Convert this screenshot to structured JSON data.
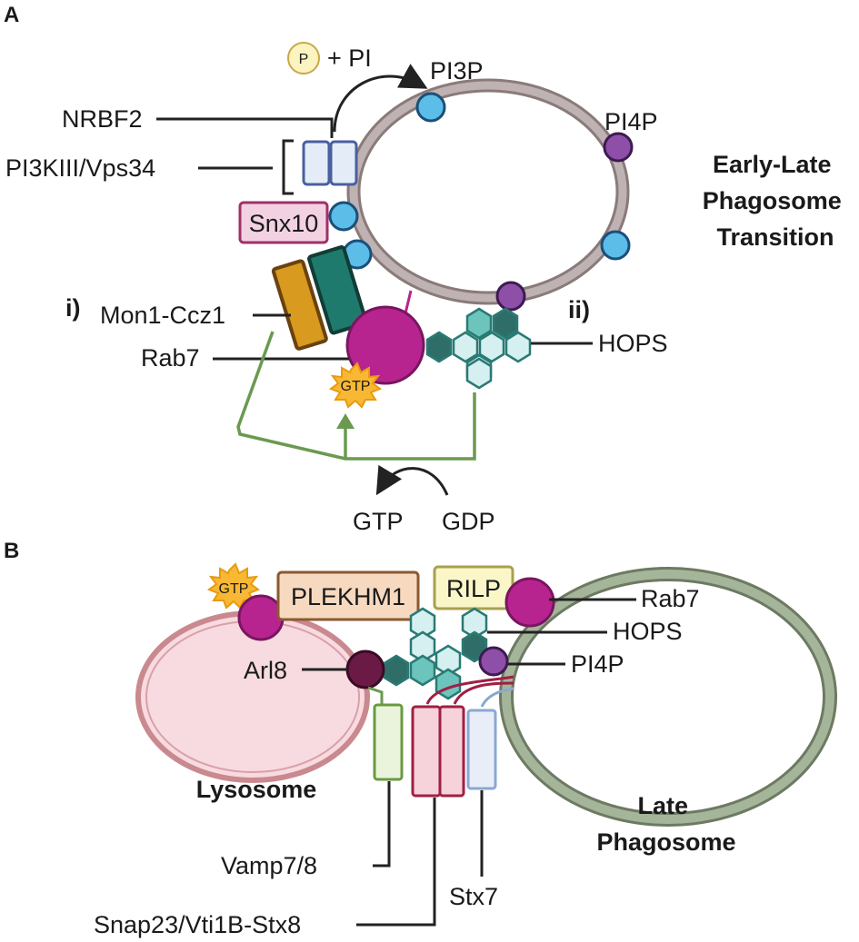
{
  "panel_a": {
    "letter": "A",
    "phosphate": "P",
    "plus_pi": "+ PI",
    "pi3p": "PI3P",
    "pi4p": "PI4P",
    "nrbf2": "NRBF2",
    "pi3kiii": "PI3KIII/Vps34",
    "snx10": "Snx10",
    "step_i": "i)",
    "mon1": "Mon1-Ccz1",
    "rab7": "Rab7",
    "gtp_badge": "GTP",
    "step_ii": "ii)",
    "hops": "HOPS",
    "gtp": "GTP",
    "gdp": "GDP",
    "title_lines": [
      "Early-Late",
      "Phagosome",
      "Transition"
    ]
  },
  "panel_b": {
    "letter": "B",
    "gtp_badge": "GTP",
    "plekhm1": "PLEKHM1",
    "rilp": "RILP",
    "rab7": "Rab7",
    "hops": "HOPS",
    "arl8": "Arl8",
    "pi4p": "PI4P",
    "lysosome": "Lysosome",
    "late_lines": [
      "Late",
      "Phagosome"
    ],
    "vamp": "Vamp7/8",
    "stx7": "Stx7",
    "snap": "Snap23/Vti1B-Stx8"
  },
  "colors": {
    "pi3p": "#5bbde8",
    "pi4p": "#8e4fa8",
    "rab7": "#b8248f",
    "mon1": "#d89a1f",
    "ccz1": "#1f7a6e",
    "hops_dark": "#2f6e68",
    "hops_light": "#d6eff0",
    "phagosome_a": "#a89a9a",
    "lysosome": "#f3c7cd",
    "phagosome_b": "#8a9a80",
    "arl8": "#6a1a45",
    "plekhm1": "#f6d9bf",
    "rilp": "#faf6c8",
    "arrow_green": "#6a9a50"
  }
}
